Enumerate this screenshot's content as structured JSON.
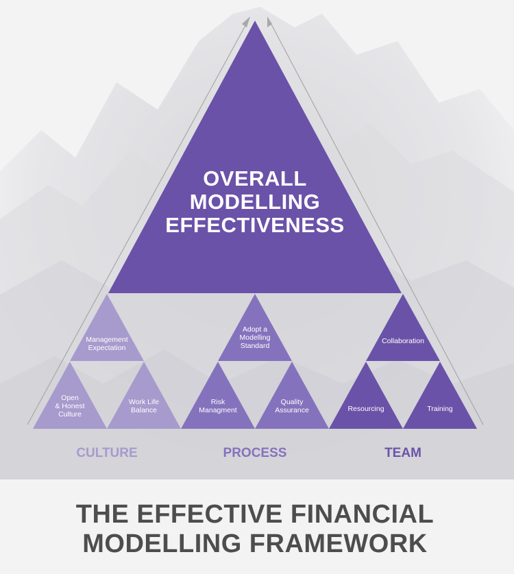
{
  "apex": {
    "lines": [
      "OVERALL",
      "MODELLING",
      "EFFECTIVENESS"
    ]
  },
  "pillars": [
    {
      "name": "CULTURE",
      "top": [
        "Management",
        "Expectation"
      ],
      "left": [
        "Open",
        "& Honest",
        "Culture"
      ],
      "right": [
        "Work Life",
        "Balance"
      ]
    },
    {
      "name": "PROCESS",
      "top": [
        "Adopt a",
        "Modelling",
        "Standard"
      ],
      "left": [
        "Risk",
        "Managment"
      ],
      "right": [
        "Quality",
        "Assurance"
      ]
    },
    {
      "name": "TEAM",
      "top": [
        "Collaboration"
      ],
      "left": [
        "Resourcing"
      ],
      "right": [
        "Training"
      ]
    }
  ],
  "title": {
    "lines": [
      "THE EFFECTIVE FINANCIAL",
      "MODELLING FRAMEWORK"
    ]
  },
  "colors": {
    "apex": "#6a52a8",
    "culture": "#a79acd",
    "process": "#8572bd",
    "team": "#6a52a8",
    "culture_label": "#a79acd",
    "process_label": "#8572bd",
    "team_label": "#6a52a8",
    "title": "#4d4d4d",
    "arrow": "#a8a8a8"
  }
}
